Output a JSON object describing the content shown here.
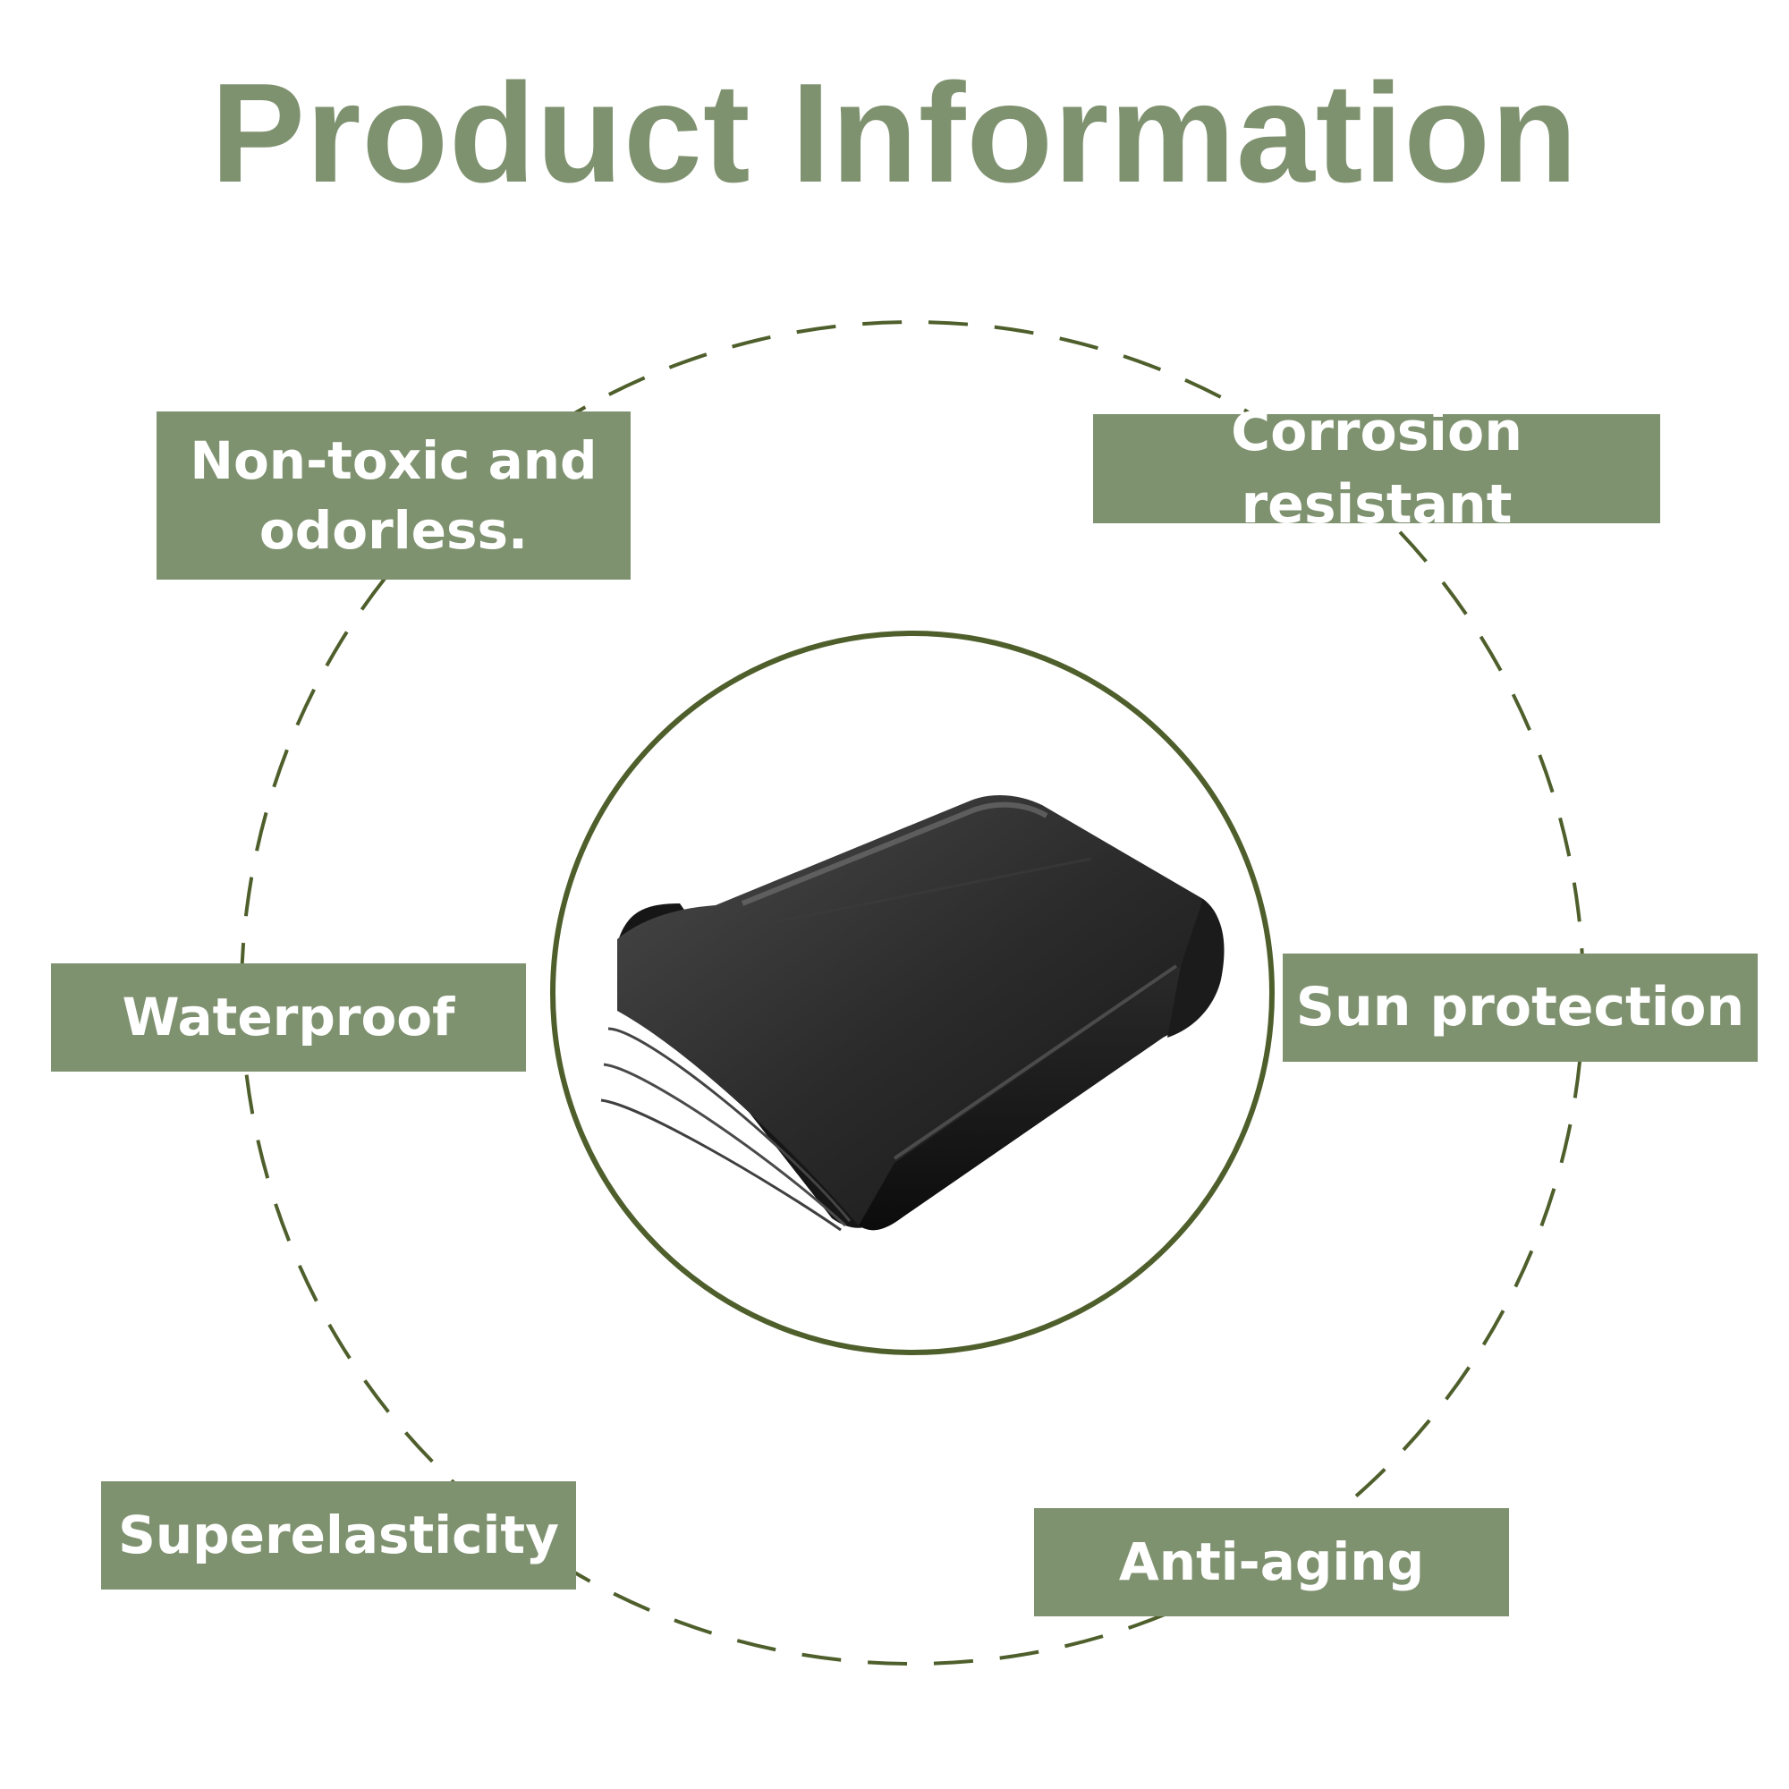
{
  "title": "Product Information",
  "features": {
    "nontoxic": "Non-toxic and\nodorless.",
    "corrosion": "Corrosion resistant",
    "waterproof": "Waterproof",
    "sun": "Sun protection",
    "superelasticity": "Superelasticity",
    "antiaging": "Anti-aging"
  },
  "colors": {
    "accent": "#7f9270",
    "ring": "#4f5f2c",
    "product": "#1e1e1e"
  },
  "icons": {
    "product_image": "folded-black-liner-image"
  }
}
